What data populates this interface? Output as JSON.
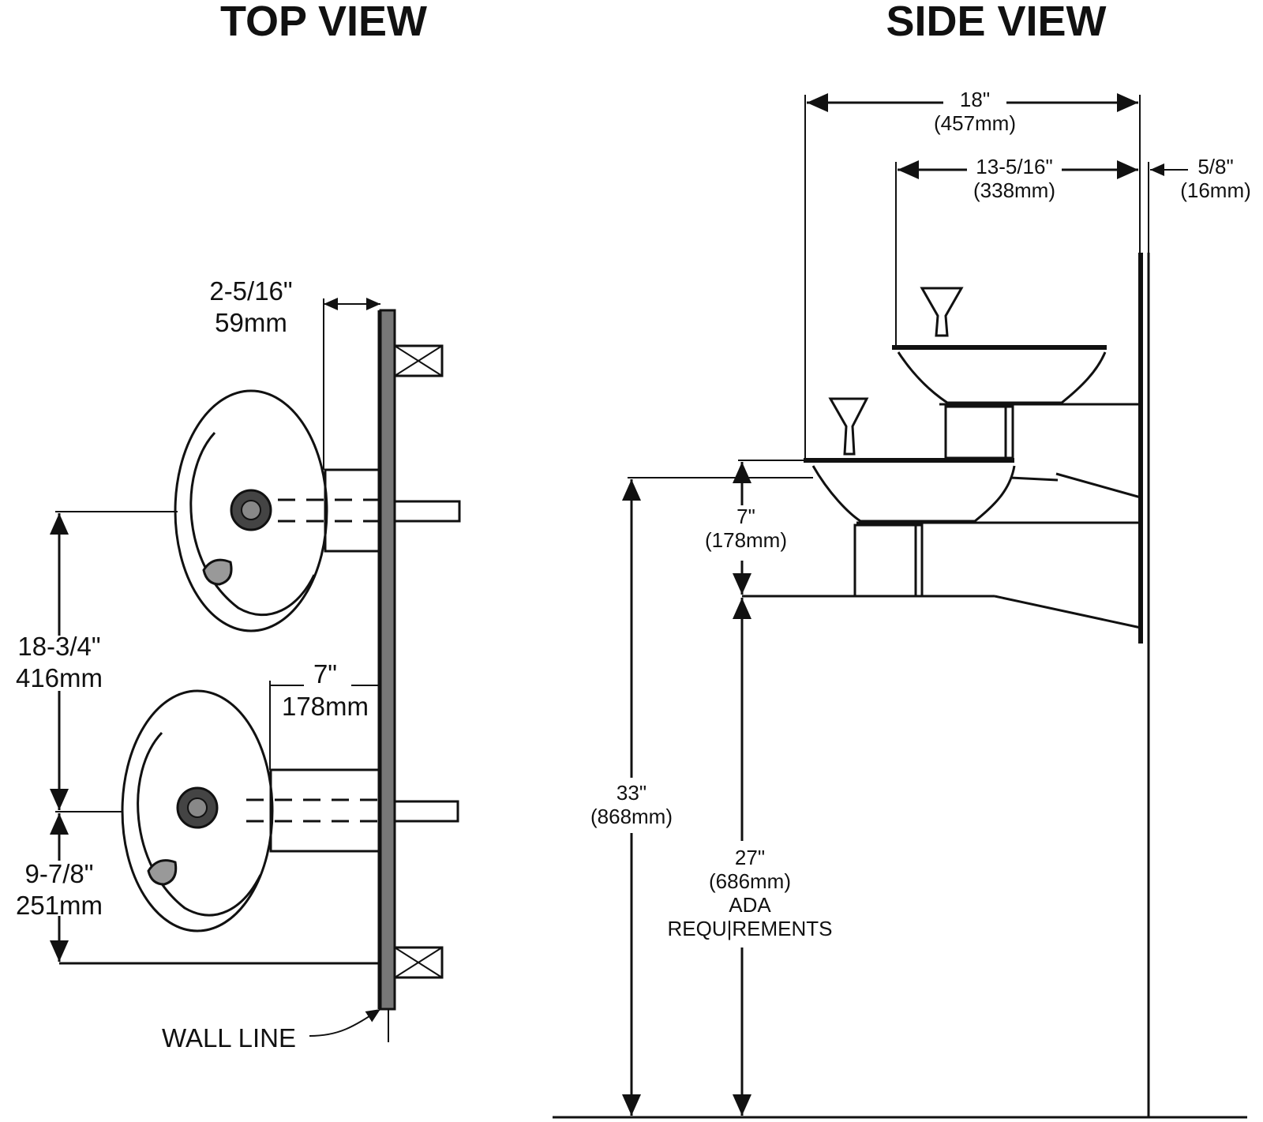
{
  "top_view": {
    "title": "TOP VIEW",
    "dim_spout_to_wall": {
      "imperial": "2-5/16\"",
      "metric": "59mm"
    },
    "dim_bowl_spacing": {
      "imperial": "18-3/4\"",
      "metric": "416mm"
    },
    "dim_offset": {
      "imperial": "7\"",
      "metric": "178mm"
    },
    "dim_lower_to_base": {
      "imperial": "9-7/8\"",
      "metric": "251mm"
    },
    "wall_line_label": "WALL LINE"
  },
  "side_view": {
    "title": "SIDE VIEW",
    "dim_overall_depth": {
      "imperial": "18\"",
      "metric": "(457mm)"
    },
    "dim_bowl_depth": {
      "imperial": "13-5/16\"",
      "metric": "(338mm)"
    },
    "dim_wall_plate": {
      "imperial": "5/8\"",
      "metric": "(16mm)"
    },
    "dim_bowl_height": {
      "imperial": "7\"",
      "metric": "(178mm)"
    },
    "dim_high_rim": {
      "imperial": "33\"",
      "metric": "(868mm)"
    },
    "dim_low_rim": {
      "imperial": "27\"",
      "metric": "(686mm)",
      "note_1": "ADA",
      "note_2": "REQU|REMENTS"
    }
  }
}
